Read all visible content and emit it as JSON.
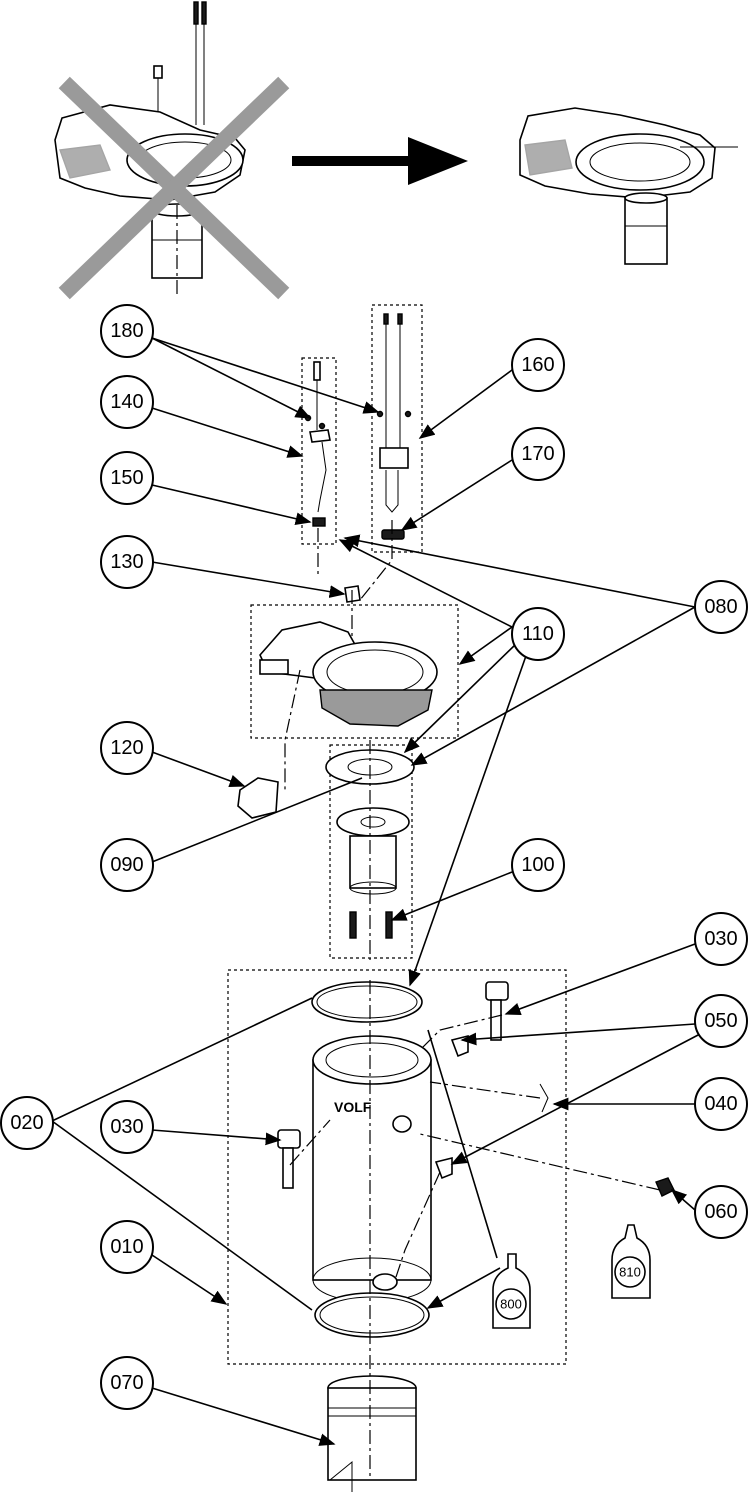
{
  "diagram": {
    "callouts": [
      "180",
      "160",
      "140",
      "170",
      "150",
      "080",
      "130",
      "110",
      "120",
      "090",
      "100",
      "030",
      "050",
      "020",
      "040",
      "060",
      "010",
      "070"
    ],
    "bottles": {
      "b800": "800",
      "b810": "810"
    },
    "brand_mark": "VOLF"
  }
}
